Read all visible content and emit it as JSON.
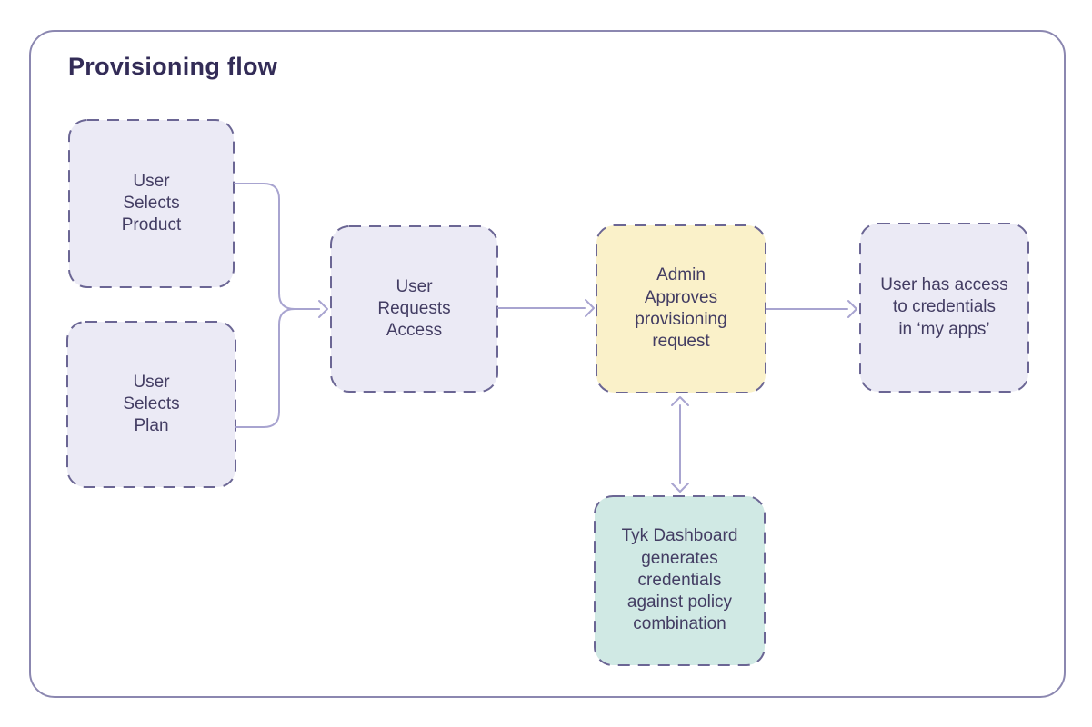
{
  "title": "Provisioning flow",
  "colors": {
    "frame_border": "#8b87b0",
    "node_border": "#6b6694",
    "connector": "#a8a4d0",
    "text": "#433d63",
    "title_text": "#332c57",
    "lavender_fill": "#ebeaf5",
    "yellow_fill": "#faf1c9",
    "teal_fill": "#d0e9e4",
    "background": "#ffffff"
  },
  "nodes": [
    {
      "id": "user-selects-product",
      "label": "User\nSelects\nProduct",
      "fill": "lavender"
    },
    {
      "id": "user-selects-plan",
      "label": "User\nSelects\nPlan",
      "fill": "lavender"
    },
    {
      "id": "user-requests-access",
      "label": "User\nRequests\nAccess",
      "fill": "lavender"
    },
    {
      "id": "admin-approves-request",
      "label": "Admin\nApproves\nprovisioning\nrequest",
      "fill": "yellow"
    },
    {
      "id": "user-has-access",
      "label": "User has access\nto credentials\nin ‘my apps’",
      "fill": "lavender"
    },
    {
      "id": "tyk-dashboard-generates",
      "label": "Tyk Dashboard\ngenerates\ncredentials\nagainst policy\ncombination",
      "fill": "teal"
    }
  ],
  "edges": [
    {
      "from": "user-selects-product",
      "to": "user-requests-access",
      "type": "arrow"
    },
    {
      "from": "user-selects-plan",
      "to": "user-requests-access",
      "type": "arrow"
    },
    {
      "from": "user-requests-access",
      "to": "admin-approves-request",
      "type": "arrow"
    },
    {
      "from": "admin-approves-request",
      "to": "user-has-access",
      "type": "arrow"
    },
    {
      "from": "admin-approves-request",
      "to": "tyk-dashboard-generates",
      "type": "bidirectional"
    }
  ]
}
